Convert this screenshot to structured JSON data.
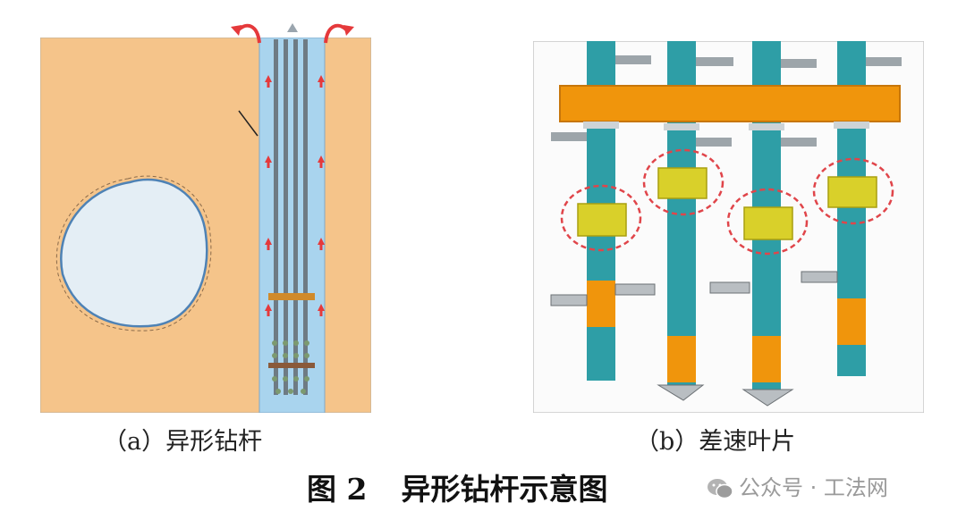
{
  "figure": {
    "number": "图 2",
    "title": "异形钻杆示意图"
  },
  "panels": {
    "a": {
      "caption": "（a）异形钻杆"
    },
    "b": {
      "caption": "（b）差速叶片"
    }
  },
  "watermark": {
    "text": "公众号 · 工法网",
    "icon": "wechat-icon"
  },
  "colors": {
    "soil": "#F5C48A",
    "borehole": "#A9D4EE",
    "rod": "#6E7B84",
    "flow_arrow": "#E5393B",
    "shaft": "#2E9EA6",
    "orange_part": "#F0950C",
    "blade": "#D9D02A",
    "highlight": "#E0454A"
  }
}
